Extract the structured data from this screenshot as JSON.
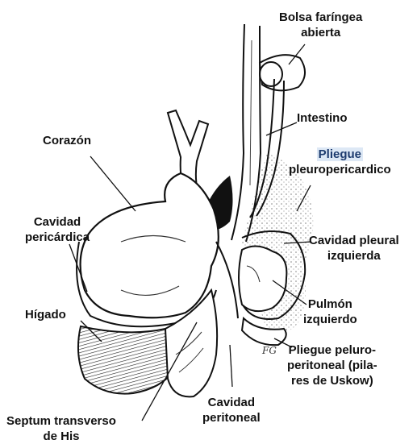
{
  "labels": {
    "bolsa_line1": "Bolsa faríngea",
    "bolsa_line2": "abierta",
    "intestino": "Intestino",
    "pliegue_line1": "Pliegue",
    "pliegue_line2": "pleuropericardico",
    "corazon": "Corazón",
    "cavidad_pericardica_line1": "Cavidad",
    "cavidad_pericardica_line2": "pericárdica",
    "cavidad_pleural_line1": "Cavidad pleural",
    "cavidad_pleural_line2": "izquierda",
    "higado": "Hígado",
    "pulmon_line1": "Pulmón",
    "pulmon_line2": "izquierdo",
    "pliegue_pp_line1": "Pliegue peluro-",
    "pliegue_pp_line2": "peritoneal (pila-",
    "pliegue_pp_line3": "res de Uskow)",
    "septum_line1": "Septum transverso",
    "septum_line2": "de His",
    "cavidad_peritoneal_line1": "Cavidad",
    "cavidad_peritoneal_line2": "peritoneal"
  },
  "signature": "FG",
  "colors": {
    "ink": "#111111",
    "highlight": "#dde8f5"
  }
}
